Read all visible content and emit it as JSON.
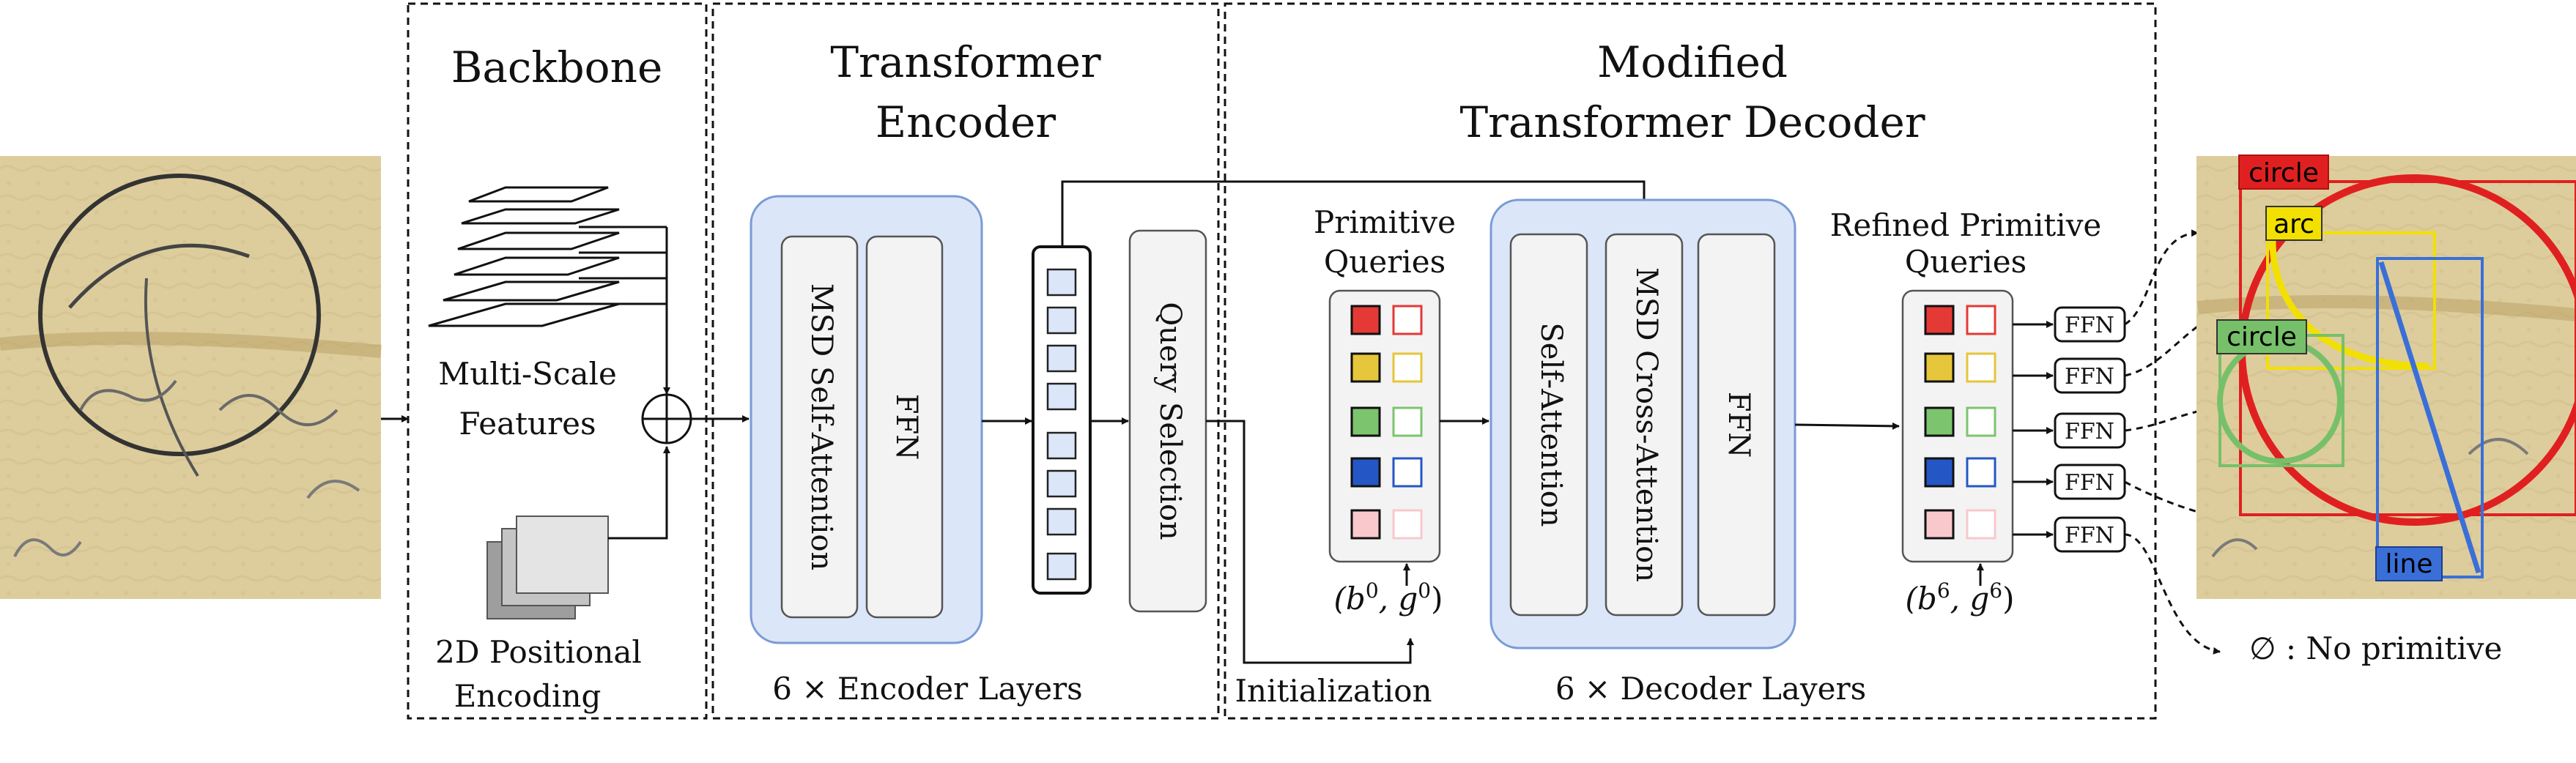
{
  "sections": {
    "backbone": {
      "title": "Backbone",
      "features_label": [
        "Multi-Scale",
        "Features"
      ],
      "pos_label": [
        "2D Positional",
        "Encoding"
      ]
    },
    "encoder": {
      "title": [
        "Transformer",
        "Encoder"
      ],
      "msd_self_attention": "MSD Self-Attention",
      "ffn": "FFN",
      "query_selection": "Query Selection",
      "layers": "6 × Encoder Layers"
    },
    "decoder": {
      "title": [
        "Modified",
        "Transformer Decoder"
      ],
      "primitive_queries": [
        "Primitive",
        "Queries"
      ],
      "self_attention": "Self-Attention",
      "msd_cross_attention": "MSD Cross-Attention",
      "ffn": "FFN",
      "init_label": "Initialization",
      "layers": "6 × Decoder Layers",
      "refined_queries": [
        "Refined Primitive",
        "Queries"
      ],
      "ffn_label": "FFN"
    }
  },
  "math": {
    "initial": {
      "open": "(b",
      "sup1": "0",
      "mid": ", g",
      "sup2": "0",
      "close": ")"
    },
    "refined": {
      "open": "(b",
      "sup1": "6",
      "mid": ", g",
      "sup2": "6",
      "close": ")"
    }
  },
  "output": {
    "tags": {
      "circle_top": "circle",
      "arc": "arc",
      "circle_left": "circle",
      "line": "line"
    },
    "no_primitive": "∅ : No primitive"
  },
  "colors": {
    "queries": [
      "#e53935",
      "#e6c63a",
      "#7cc46e",
      "#2457c5",
      "#f8c8cc"
    ],
    "panel_fill": "#dbe6f8",
    "panel_stroke": "#7a9bd6",
    "box_fill": "#f3f3f3",
    "parchment": "#d8c898",
    "circle": "#e02020",
    "arc": "#f2e000",
    "circle2": "#77c06a",
    "line": "#3a6fd8"
  },
  "icons": [
    "plus-circle-icon",
    "feature-stack-icon",
    "positional-encoding-stack-icon"
  ]
}
